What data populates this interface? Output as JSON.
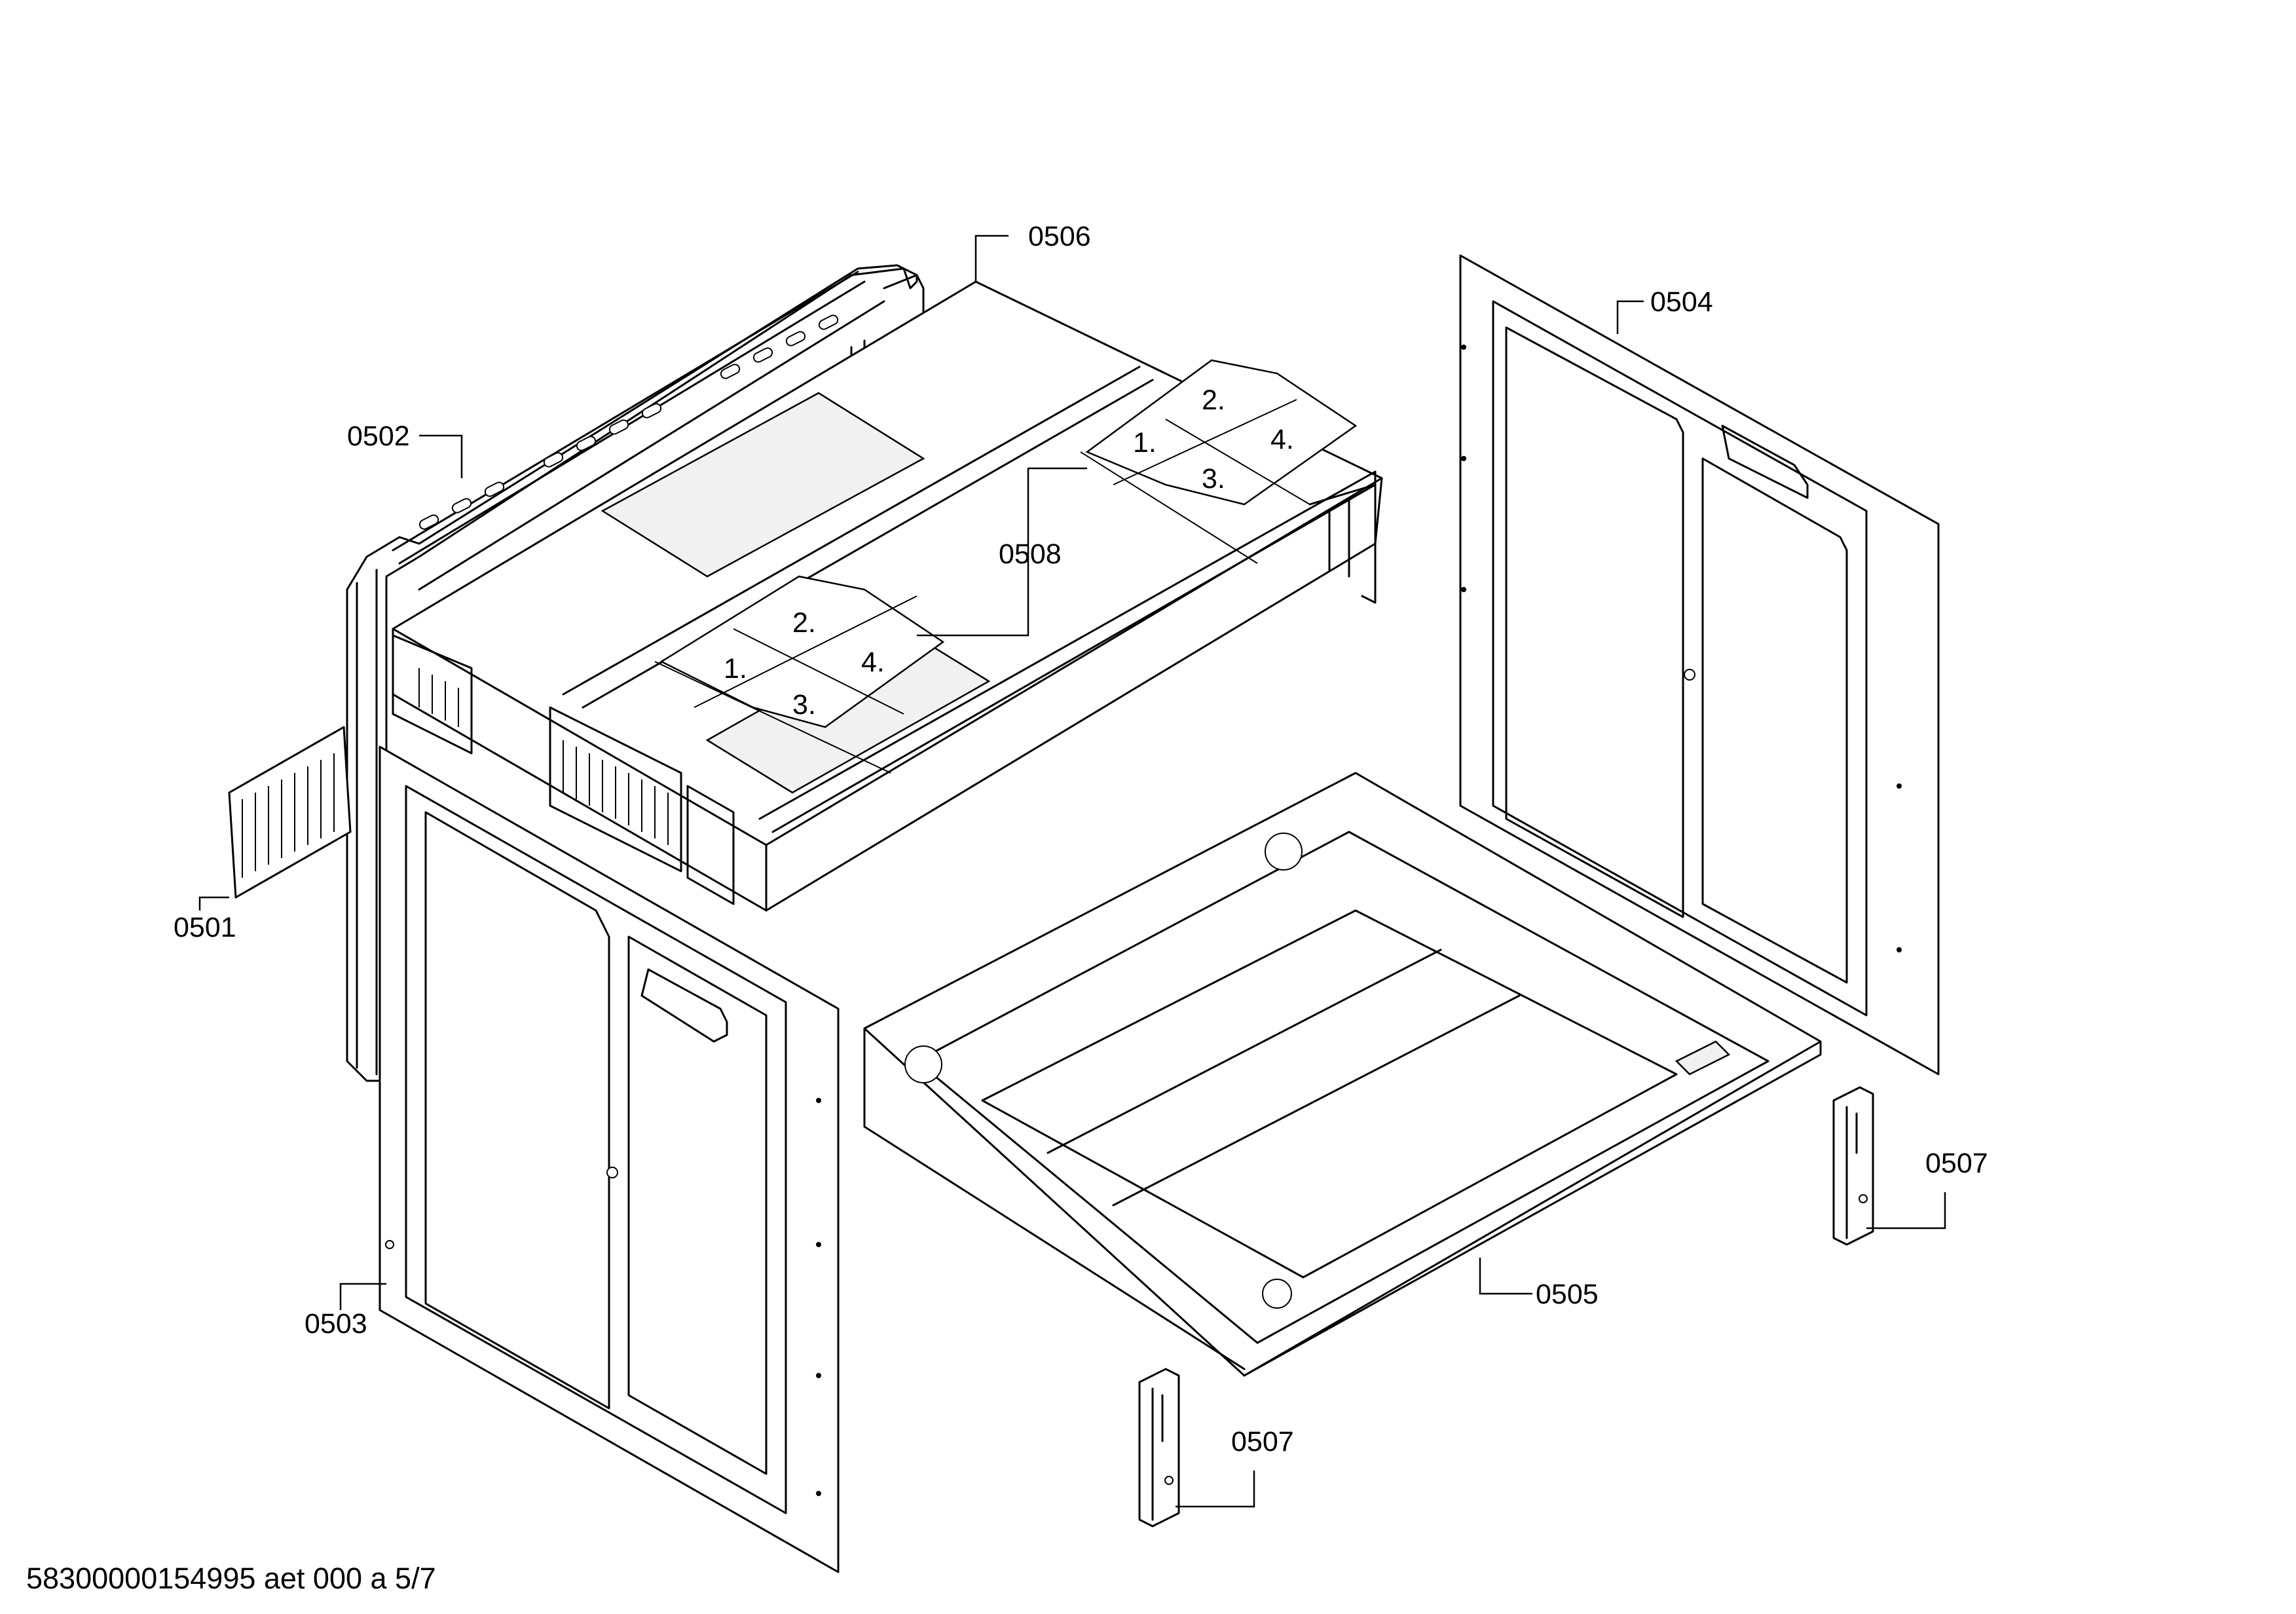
{
  "parts": {
    "p0501": "0501",
    "p0502": "0502",
    "p0503": "0503",
    "p0504": "0504",
    "p0505": "0505",
    "p0506": "0506",
    "p0507_right": "0507",
    "p0507_bottom": "0507",
    "p0508": "0508"
  },
  "assembly_steps": {
    "upper": [
      "1.",
      "2.",
      "3.",
      "4."
    ],
    "lower": [
      "1.",
      "2.",
      "3.",
      "4."
    ]
  },
  "footer": {
    "document_code": "58300000154995 aet 000 a 5/7"
  }
}
